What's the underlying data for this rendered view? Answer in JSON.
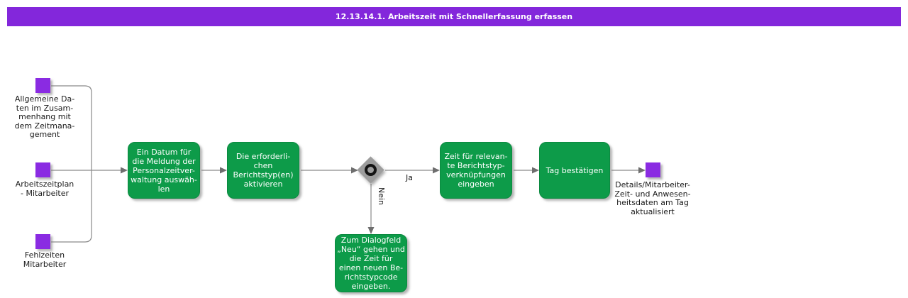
{
  "title": "12.13.14.1. Arbeitszeit mit Schnellerfassung erfassen",
  "colors": {
    "banner": "#8327DB",
    "event_square": "#8A2BE2",
    "process_box": "#0D9B49",
    "connector": "#8A8A8A",
    "gateway": "#9D9D9D"
  },
  "events": [
    {
      "label": "Allgemeine Da-\nten im Zusam-\nmenhang mit\ndem Zeitmana-\ngement"
    },
    {
      "label": "Arbeitszeitplan\n- Mitarbeiter"
    },
    {
      "label": "Fehlzeiten\nMitarbeiter"
    },
    {
      "label": "Details/Mitarbeiter-\nZeit- und Anwesen-\nheitsdaten am Tag\naktualisiert"
    }
  ],
  "processes": [
    {
      "label": "Ein Datum für\ndie Meldung der\nPersonalzeitver-\nwaltung auswäh-\nlen"
    },
    {
      "label": "Die erforderli-\nchen\nBerichtstyp(en)\naktivieren"
    },
    {
      "label": "Zeit für relevan-\nte Berichtstyp-\nverknüpfungen\neingeben"
    },
    {
      "label": "Tag bestätigen"
    },
    {
      "label": "Zum Dialogfeld\n„Neu“ gehen und\ndie Zeit für\neinen neuen Be-\nrichtstypcode\neingeben."
    }
  ],
  "decision": {
    "yes_label": "Ja",
    "no_label": "Nein"
  }
}
